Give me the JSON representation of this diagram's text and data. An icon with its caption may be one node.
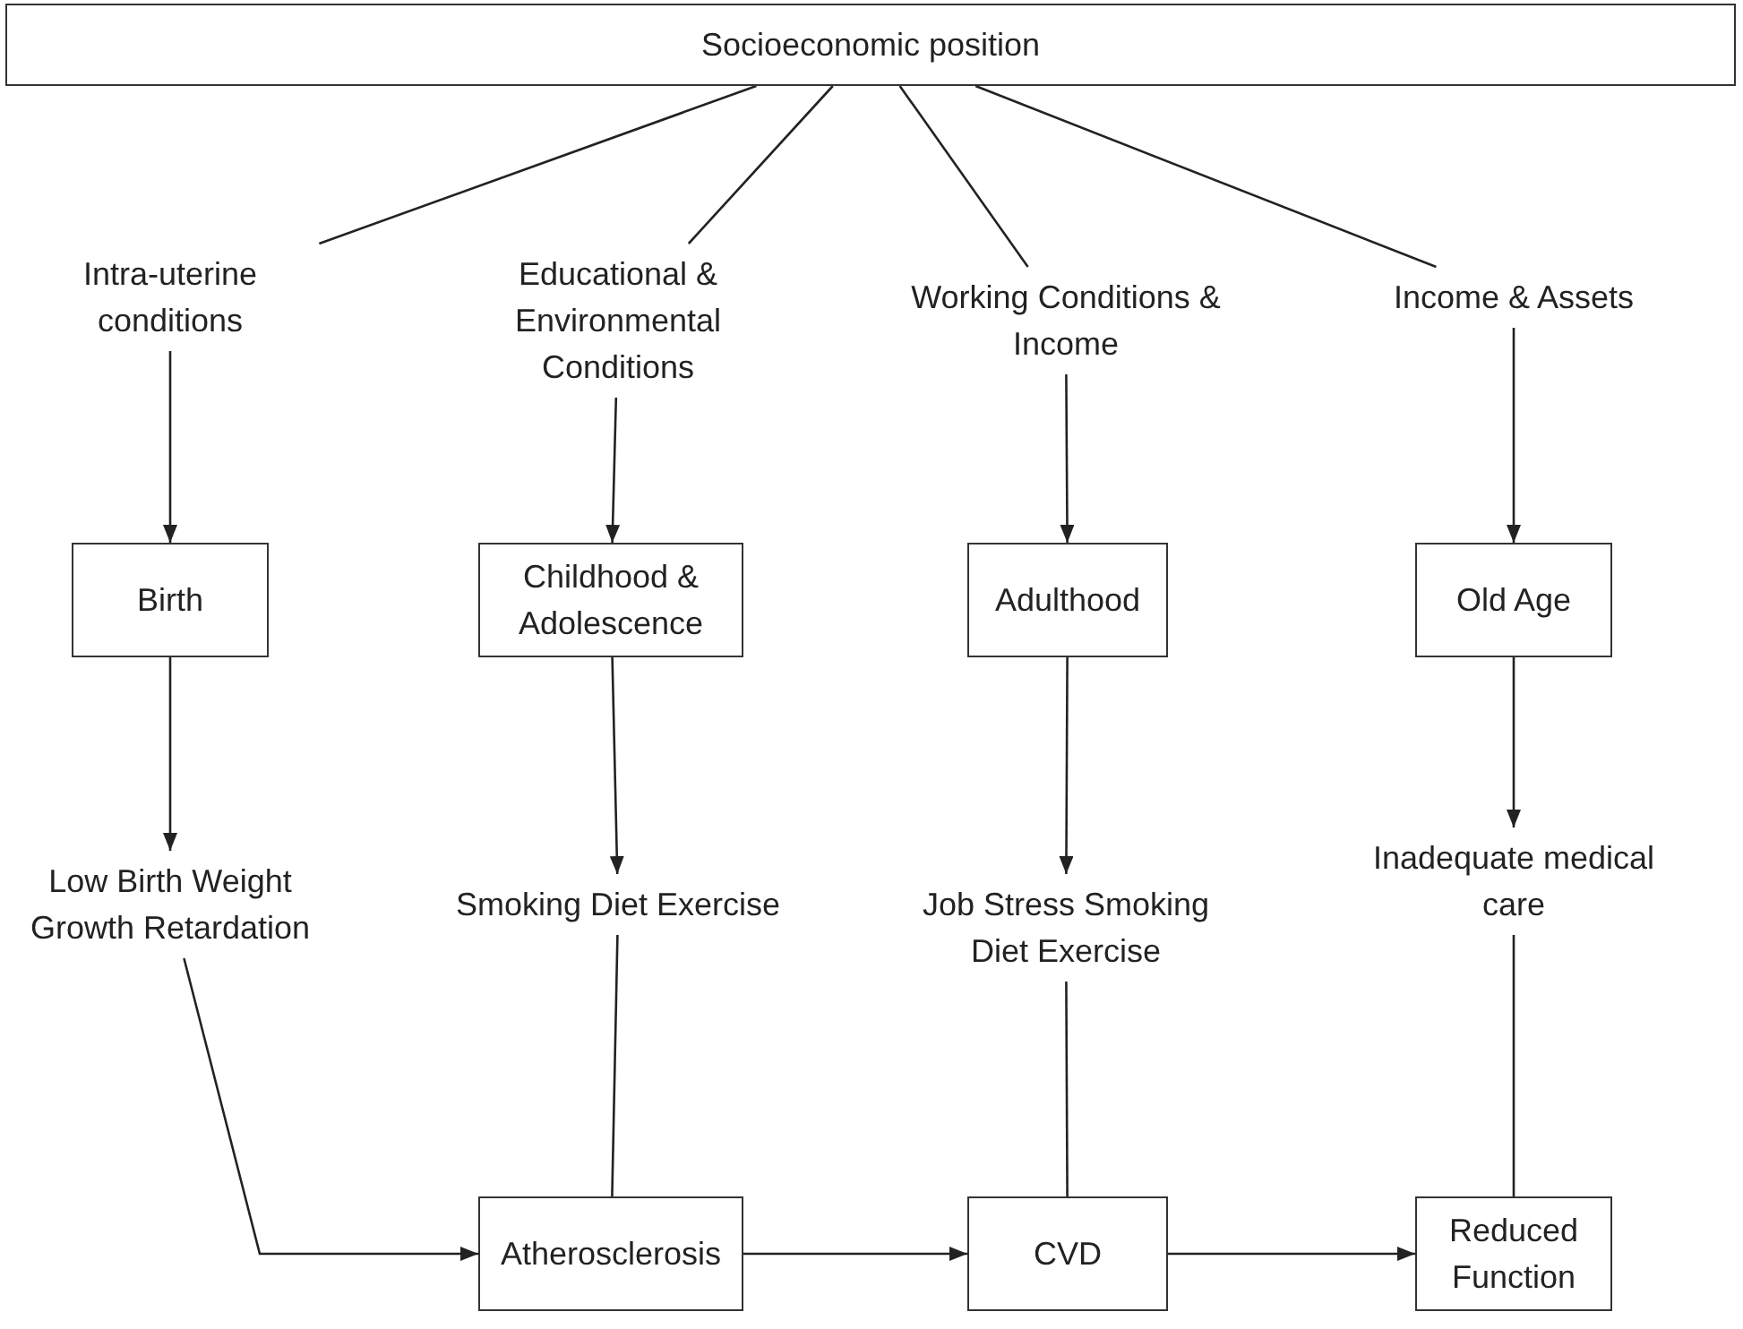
{
  "diagram": {
    "nodes": [
      {
        "text": [
          "Socioeconomic position"
        ]
      },
      {
        "text": [
          "Intra-uterine conditions"
        ]
      },
      {
        "text": [
          "Educational & Environmental Conditions"
        ]
      },
      {
        "text": [
          "Working Conditions & Income"
        ]
      },
      {
        "text": [
          "Income & Assets"
        ]
      },
      {
        "text": [
          "Birth"
        ]
      },
      {
        "text": [
          "Childhood & Adolescence"
        ]
      },
      {
        "text": [
          "Adulthood"
        ]
      },
      {
        "text": [
          "Old Age"
        ]
      },
      {
        "text": [
          "Low Birth Weight Growth Retardation"
        ]
      },
      {
        "text": [
          "Smoking Diet Exercise"
        ]
      },
      {
        "text": [
          "Job Stress Smoking Diet Exercise"
        ]
      },
      {
        "text": [
          "Inadequate medical care"
        ]
      },
      {
        "text": [
          "Atherosclerosis"
        ]
      },
      {
        "text": [
          "CVD"
        ]
      },
      {
        "text": [
          "Reduced Function"
        ]
      }
    ],
    "edges": [
      {
        "from": 0,
        "to": 1,
        "arrow": "none"
      },
      {
        "from": 0,
        "to": 2,
        "arrow": "none"
      },
      {
        "from": 0,
        "to": 3,
        "arrow": "none"
      },
      {
        "from": 0,
        "to": 4,
        "arrow": "none"
      },
      {
        "from": 1,
        "to": 5,
        "arrow": "to"
      },
      {
        "from": 2,
        "to": 6,
        "arrow": "to"
      },
      {
        "from": 3,
        "to": 7,
        "arrow": "to"
      },
      {
        "from": 4,
        "to": 8,
        "arrow": "to"
      },
      {
        "from": 5,
        "to": 9,
        "arrow": "to"
      },
      {
        "from": 6,
        "to": 10,
        "arrow": "to"
      },
      {
        "from": 7,
        "to": 11,
        "arrow": "to"
      },
      {
        "from": 8,
        "to": 12,
        "arrow": "to"
      },
      {
        "from": 9,
        "to": 13,
        "arrow": "to"
      },
      {
        "from": 10,
        "to": 13,
        "arrow": "none"
      },
      {
        "from": 11,
        "to": 14,
        "arrow": "none"
      },
      {
        "from": 12,
        "to": 15,
        "arrow": "none"
      },
      {
        "from": 13,
        "to": 14,
        "arrow": "to"
      },
      {
        "from": 14,
        "to": 15,
        "arrow": "to"
      }
    ]
  }
}
